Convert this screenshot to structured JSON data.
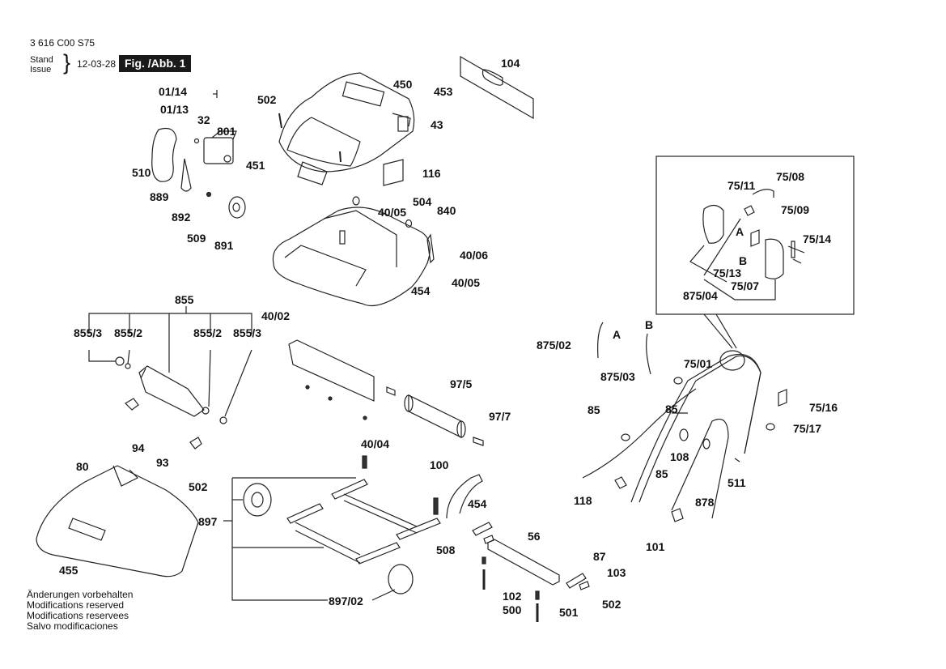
{
  "header": {
    "doc_code": "3 616 C00 S75",
    "stand_label": "Stand",
    "issue_label": "Issue",
    "date": "12-03-28",
    "figure_label": "Fig. /Abb. 1"
  },
  "footer_notes": [
    "Änderungen vorbehalten",
    "Modifications reserved",
    "Modifications reservees",
    "Salvo modificaciones"
  ],
  "part_labels": {
    "p01_14": "01/14",
    "p01_13": "01/13",
    "p32": "32",
    "p801": "801",
    "p510": "510",
    "p889": "889",
    "p892": "892",
    "p509": "509",
    "p891": "891",
    "p502a": "502",
    "p450": "450",
    "p453": "453",
    "p43": "43",
    "p451": "451",
    "p104": "104",
    "p116": "116",
    "p40_05a": "40/05",
    "p504": "504",
    "p840": "840",
    "p40_06": "40/06",
    "p40_05b": "40/05",
    "p454a": "454",
    "p40_02": "40/02",
    "p855": "855",
    "p855_3a": "855/3",
    "p855_2a": "855/2",
    "p855_2b": "855/2",
    "p855_3b": "855/3",
    "p94": "94",
    "p93": "93",
    "p502b": "502",
    "p80": "80",
    "p455": "455",
    "p97_5": "97/5",
    "p97_7": "97/7",
    "p40_04": "40/04",
    "p100": "100",
    "p454b": "454",
    "p897": "897",
    "p508": "508",
    "p897_02": "897/02",
    "p56": "56",
    "p87": "87",
    "p103": "103",
    "p502c": "502",
    "p102": "102",
    "p500": "500",
    "p501": "501",
    "p75_11": "75/11",
    "p75_08": "75/08",
    "p75_09": "75/09",
    "p75_14": "75/14",
    "pA": "A",
    "pB": "B",
    "p75_13": "75/13",
    "p75_07": "75/07",
    "p875_04": "875/04",
    "p875_02": "875/02",
    "pA2": "A",
    "pB2": "B",
    "p875_03": "875/03",
    "p75_01": "75/01",
    "p85a": "85",
    "p85b": "85",
    "p85c": "85",
    "p75_16": "75/16",
    "p75_17": "75/17",
    "p108": "108",
    "p118": "118",
    "p511": "511",
    "p878": "878",
    "p101": "101"
  }
}
